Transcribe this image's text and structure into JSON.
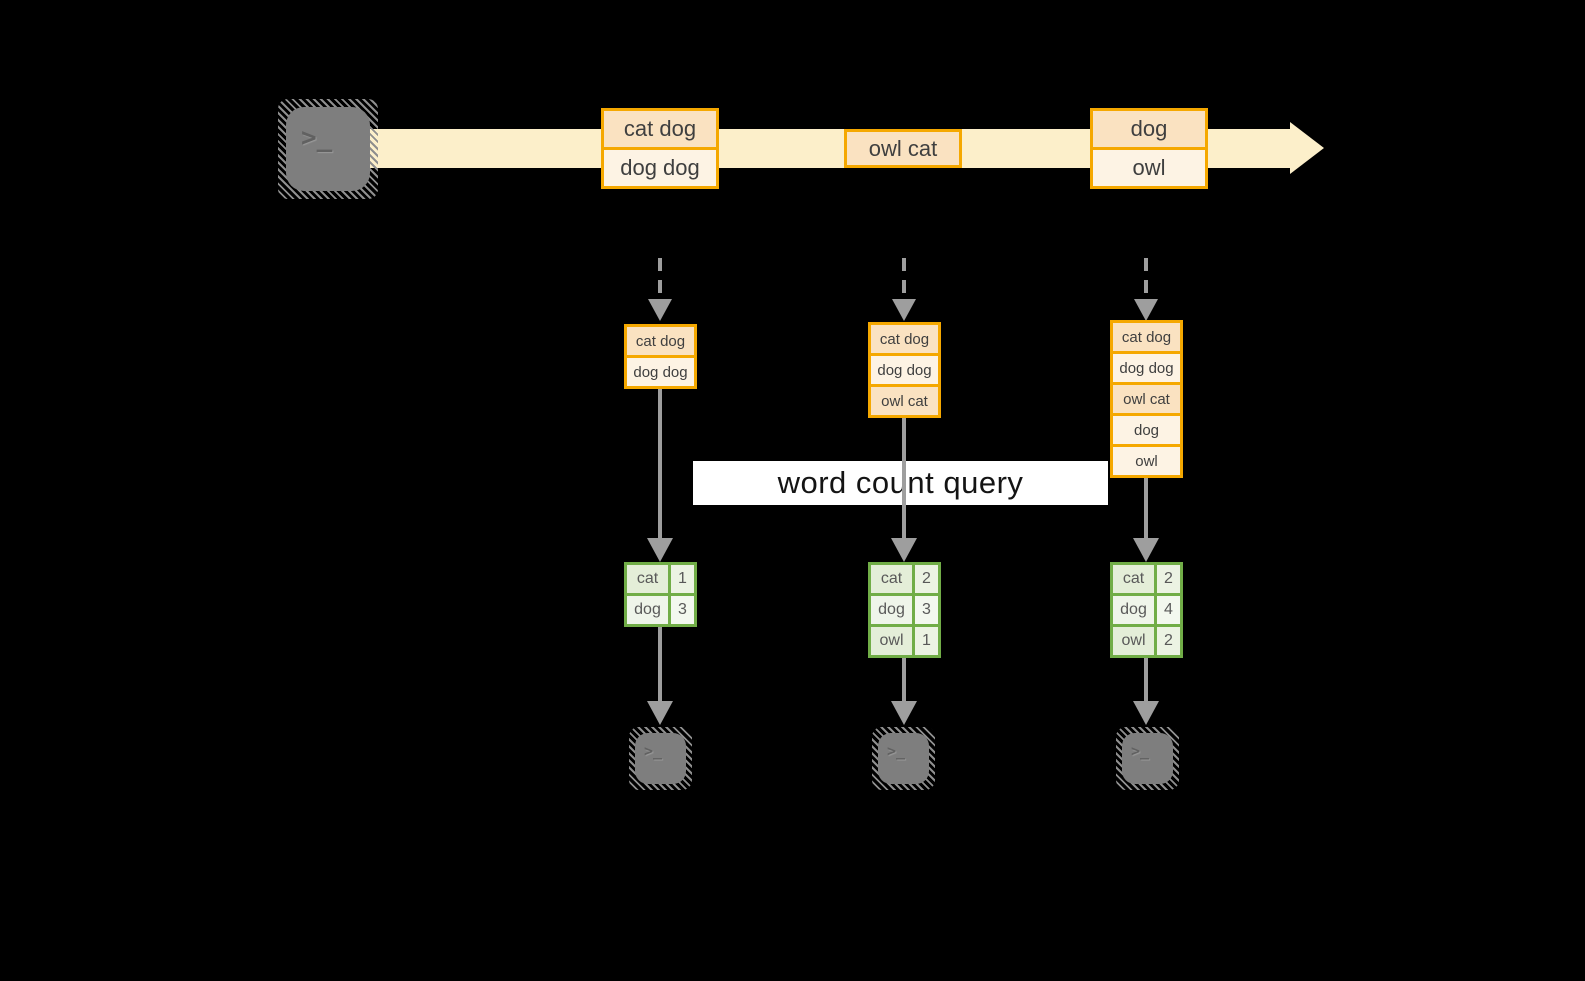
{
  "diagram": {
    "label": "word count query",
    "prompt": ">_"
  },
  "colors": {
    "background": "#000000",
    "stream_band": "#FCEFCA",
    "accent_orange": "#F5A800",
    "event_fill_dark": "#FAE2C1",
    "event_fill_light": "#FDF3E4",
    "accent_green": "#71AD47",
    "count_fill_dark": "#E4EED8",
    "count_fill_light": "#EFF5EA",
    "arrow_gray": "#9E9E9E",
    "terminal_gray": "#7E7E7E",
    "label_bg": "#FFFFFF"
  },
  "stream_events": [
    {
      "rows": [
        "cat dog",
        "dog dog"
      ]
    },
    {
      "rows": [
        "owl cat"
      ]
    },
    {
      "rows": [
        "dog",
        "owl"
      ]
    }
  ],
  "batches": [
    {
      "rows": [
        "cat dog",
        "dog dog"
      ]
    },
    {
      "rows": [
        "cat dog",
        "dog dog",
        "owl cat"
      ]
    },
    {
      "rows": [
        "cat dog",
        "dog dog",
        "owl cat",
        "dog",
        "owl"
      ]
    }
  ],
  "counts": [
    {
      "rows": [
        {
          "word": "cat",
          "count": "1"
        },
        {
          "word": "dog",
          "count": "3"
        }
      ]
    },
    {
      "rows": [
        {
          "word": "cat",
          "count": "2"
        },
        {
          "word": "dog",
          "count": "3"
        },
        {
          "word": "owl",
          "count": "1"
        }
      ]
    },
    {
      "rows": [
        {
          "word": "cat",
          "count": "2"
        },
        {
          "word": "dog",
          "count": "4"
        },
        {
          "word": "owl",
          "count": "2"
        }
      ]
    }
  ]
}
